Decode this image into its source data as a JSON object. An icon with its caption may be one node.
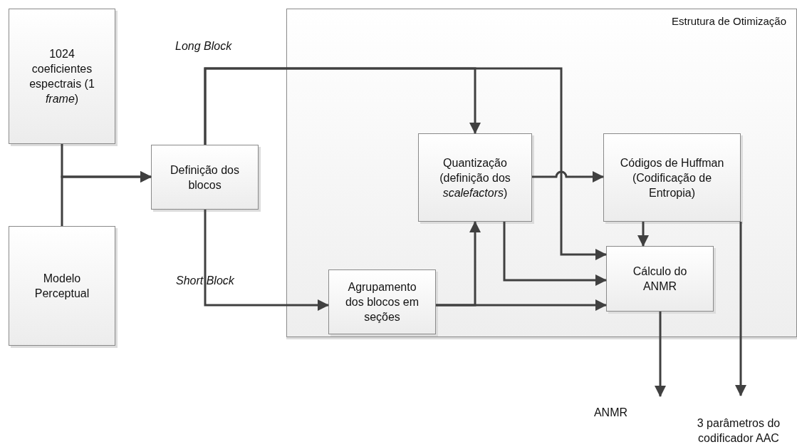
{
  "diagram": {
    "nodes": [
      {
        "text": [
          "1024 coeficientes espectrais (1 *frame*)"
        ]
      },
      {
        "text": [
          "Modelo Perceptual"
        ]
      },
      {
        "text": [
          "Definição dos blocos"
        ]
      },
      {
        "text": [
          "Estrutura de Otimização"
        ]
      },
      {
        "text": [
          "Quantização (definição dos *scalefactors*)"
        ],
        "in": 3
      },
      {
        "text": [
          "Códigos de Huffman (Codificação de Entropia)"
        ],
        "in": 3
      },
      {
        "text": [
          "Agrupamento dos blocos em seções"
        ],
        "in": 3
      },
      {
        "text": [
          "Cálculo do ANMR"
        ],
        "in": 3
      },
      {
        "text": [
          "ANMR"
        ]
      },
      {
        "text": [
          "3 parâmetros do codificador AAC"
        ]
      }
    ],
    "edges": [
      {
        "from": 0,
        "to": 2,
        "arrow": "to"
      },
      {
        "from": 1,
        "to": 2,
        "arrow": "to"
      },
      {
        "from": 2,
        "to": 4,
        "arrow": "to",
        "label": "Long Block"
      },
      {
        "from": 2,
        "to": 7,
        "arrow": "to"
      },
      {
        "from": 2,
        "to": 6,
        "arrow": "to",
        "label": "Short Block"
      },
      {
        "from": 4,
        "to": 5,
        "arrow": "to"
      },
      {
        "from": 4,
        "to": 7,
        "arrow": "to"
      },
      {
        "from": 6,
        "to": 4,
        "arrow": "to"
      },
      {
        "from": 6,
        "to": 7,
        "arrow": "to"
      },
      {
        "from": 5,
        "to": 7,
        "arrow": "to"
      },
      {
        "from": 7,
        "to": 8,
        "arrow": "to"
      },
      {
        "from": 5,
        "to": 9,
        "arrow": "to"
      }
    ]
  }
}
